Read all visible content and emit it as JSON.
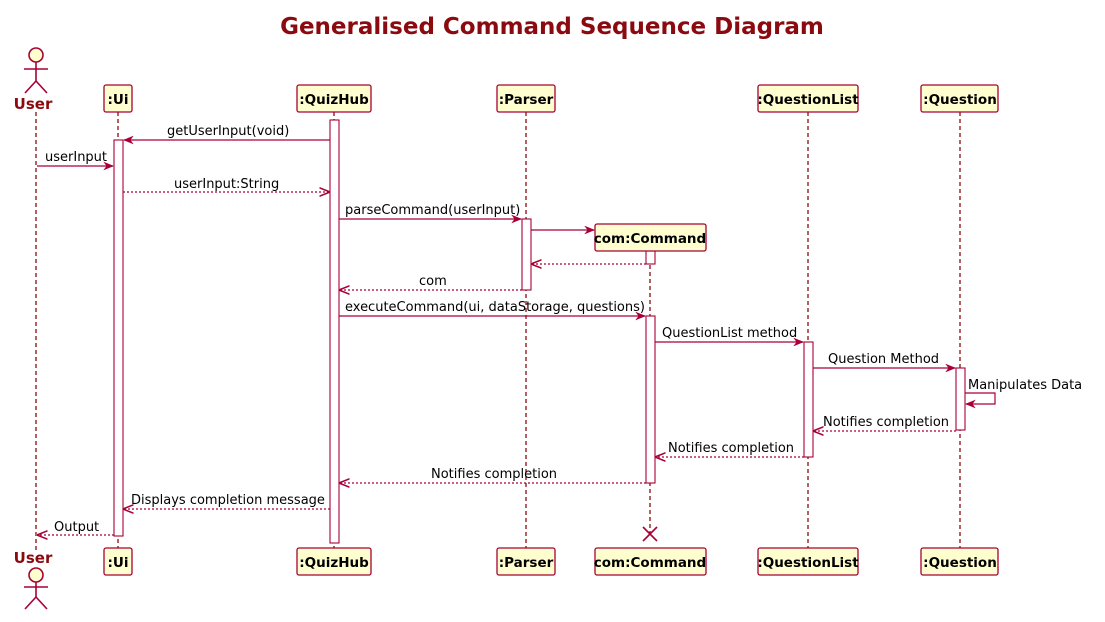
{
  "title": "Generalised Command Sequence Diagram",
  "colors": {
    "title": "#8b0a10",
    "line": "#a80036",
    "box_fill": "#fefece"
  },
  "actor": {
    "label": "User"
  },
  "participants": [
    {
      "id": "ui",
      "label": ":Ui"
    },
    {
      "id": "quizhub",
      "label": ":QuizHub"
    },
    {
      "id": "parser",
      "label": ":Parser"
    },
    {
      "id": "command",
      "label": "com:Command"
    },
    {
      "id": "questionlist",
      "label": ":QuestionList"
    },
    {
      "id": "question",
      "label": ":Question"
    }
  ],
  "messages": [
    {
      "label": "getUserInput(void)",
      "from": "quizhub",
      "to": "ui",
      "style": "solid"
    },
    {
      "label": "userInput",
      "from": "user",
      "to": "ui",
      "style": "solid"
    },
    {
      "label": "userInput:String",
      "from": "ui",
      "to": "quizhub",
      "style": "dashed"
    },
    {
      "label": "parseCommand(userInput)",
      "from": "quizhub",
      "to": "parser",
      "style": "solid"
    },
    {
      "label": "",
      "from": "parser",
      "to": "command",
      "style": "create"
    },
    {
      "label": "",
      "from": "command",
      "to": "parser",
      "style": "dashed"
    },
    {
      "label": "com",
      "from": "parser",
      "to": "quizhub",
      "style": "dashed"
    },
    {
      "label": "executeCommand(ui, dataStorage, questions)",
      "from": "quizhub",
      "to": "command",
      "style": "solid"
    },
    {
      "label": "QuestionList method",
      "from": "command",
      "to": "questionlist",
      "style": "solid"
    },
    {
      "label": "Question Method",
      "from": "questionlist",
      "to": "question",
      "style": "solid"
    },
    {
      "label": "Manipulates Data",
      "from": "question",
      "to": "question",
      "style": "self"
    },
    {
      "label": "Notifies completion",
      "from": "question",
      "to": "questionlist",
      "style": "dashed"
    },
    {
      "label": "Notifies completion",
      "from": "questionlist",
      "to": "command",
      "style": "dashed"
    },
    {
      "label": "Notifies completion",
      "from": "command",
      "to": "quizhub",
      "style": "dashed"
    },
    {
      "label": "Displays completion message",
      "from": "quizhub",
      "to": "ui",
      "style": "dashed"
    },
    {
      "label": "Output",
      "from": "ui",
      "to": "user",
      "style": "dashed"
    }
  ]
}
